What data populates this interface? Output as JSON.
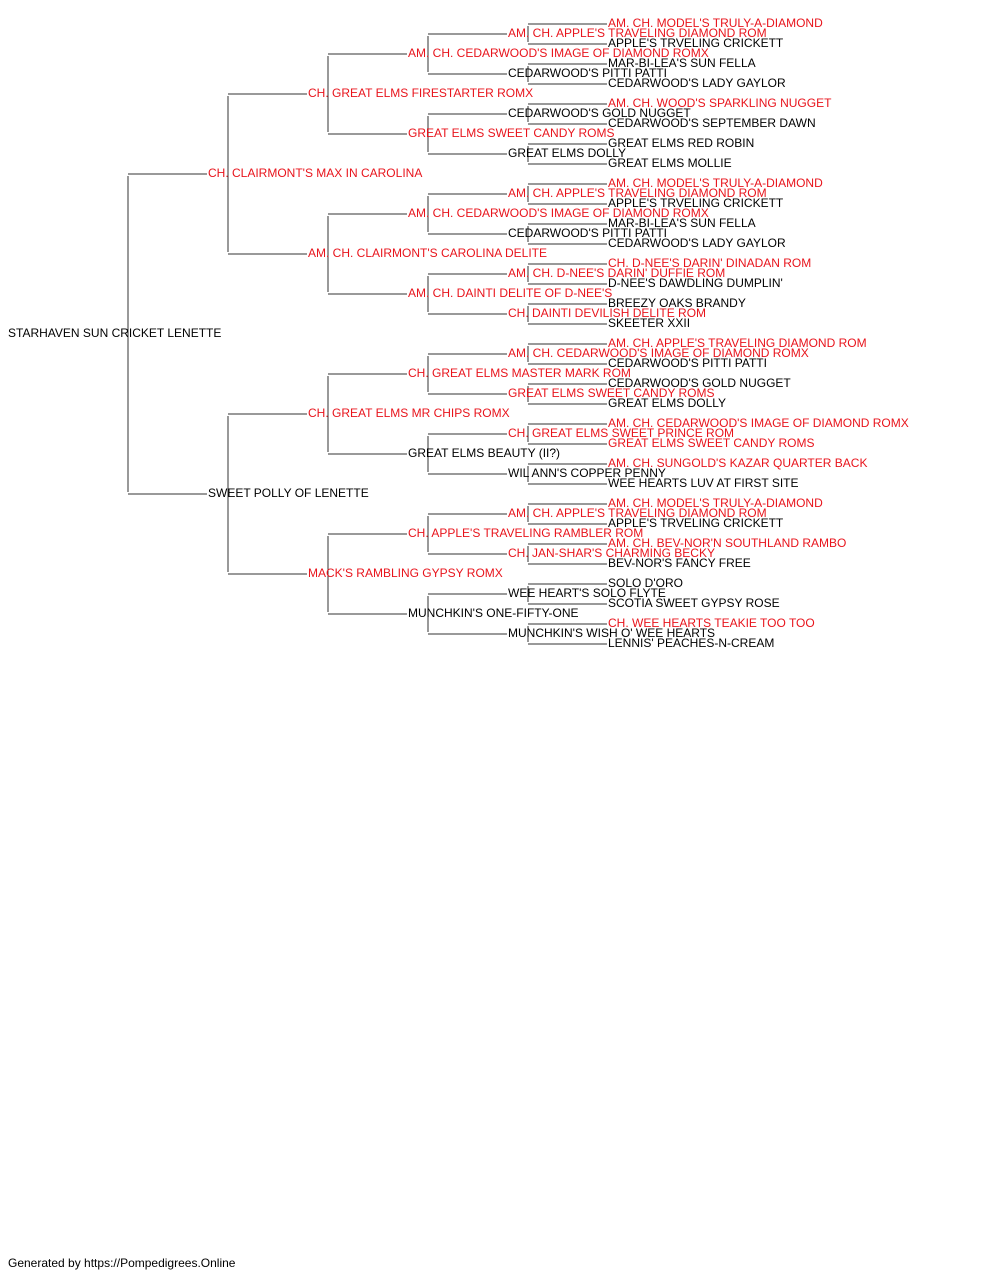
{
  "colors": {
    "titled": "#e8141c",
    "plain": "#000000",
    "line": "#333333"
  },
  "pedigree": {
    "name": "STARHAVEN SUN CRICKET LENETTE",
    "titled": false,
    "sire": {
      "name": "CH. CLAIRMONT'S MAX IN CAROLINA",
      "titled": true,
      "sire": {
        "name": "CH. GREAT ELMS FIRESTARTER ROMX",
        "titled": true,
        "sire": {
          "name": "AM. CH. CEDARWOOD'S IMAGE OF DIAMOND ROMX",
          "titled": true,
          "sire": {
            "name": "AM. CH. APPLE'S TRAVELING DIAMOND ROM",
            "titled": true,
            "sire": {
              "name": "AM. CH. MODEL'S TRULY-A-DIAMOND",
              "titled": true
            },
            "dam": {
              "name": "APPLE'S TRVELING CRICKETT",
              "titled": false
            }
          },
          "dam": {
            "name": "CEDARWOOD'S PITTI PATTI",
            "titled": false,
            "sire": {
              "name": "MAR-BI-LEA'S SUN FELLA",
              "titled": false
            },
            "dam": {
              "name": "CEDARWOOD'S LADY GAYLOR",
              "titled": false
            }
          }
        },
        "dam": {
          "name": "GREAT ELMS SWEET CANDY ROMS",
          "titled": true,
          "sire": {
            "name": "CEDARWOOD'S GOLD NUGGET",
            "titled": false,
            "sire": {
              "name": "AM. CH. WOOD'S SPARKLING NUGGET",
              "titled": true
            },
            "dam": {
              "name": "CEDARWOOD'S SEPTEMBER DAWN",
              "titled": false
            }
          },
          "dam": {
            "name": "GREAT ELMS DOLLY",
            "titled": false,
            "sire": {
              "name": "GREAT ELMS RED ROBIN",
              "titled": false
            },
            "dam": {
              "name": "GREAT ELMS MOLLIE",
              "titled": false
            }
          }
        }
      },
      "dam": {
        "name": "AM. CH. CLAIRMONT'S CAROLINA DELITE",
        "titled": true,
        "sire": {
          "name": "AM. CH. CEDARWOOD'S IMAGE OF DIAMOND ROMX",
          "titled": true,
          "sire": {
            "name": "AM. CH. APPLE'S TRAVELING DIAMOND ROM",
            "titled": true,
            "sire": {
              "name": "AM. CH. MODEL'S TRULY-A-DIAMOND",
              "titled": true
            },
            "dam": {
              "name": "APPLE'S TRVELING CRICKETT",
              "titled": false
            }
          },
          "dam": {
            "name": "CEDARWOOD'S PITTI PATTI",
            "titled": false,
            "sire": {
              "name": "MAR-BI-LEA'S SUN FELLA",
              "titled": false
            },
            "dam": {
              "name": "CEDARWOOD'S LADY GAYLOR",
              "titled": false
            }
          }
        },
        "dam": {
          "name": "AM. CH. DAINTI DELITE OF D-NEE'S",
          "titled": true,
          "sire": {
            "name": "AM. CH. D-NEE'S DARIN' DUFFIE ROM",
            "titled": true,
            "sire": {
              "name": "CH. D-NEE'S DARIN' DINADAN ROM",
              "titled": true
            },
            "dam": {
              "name": "D-NEE'S DAWDLING DUMPLIN'",
              "titled": false
            }
          },
          "dam": {
            "name": "CH. DAINTI DEVILISH DELITE ROM",
            "titled": true,
            "sire": {
              "name": "BREEZY OAKS BRANDY",
              "titled": false
            },
            "dam": {
              "name": "SKEETER XXII",
              "titled": false
            }
          }
        }
      }
    },
    "dam": {
      "name": "SWEET POLLY OF LENETTE",
      "titled": false,
      "sire": {
        "name": "CH. GREAT ELMS MR CHIPS ROMX",
        "titled": true,
        "sire": {
          "name": "CH. GREAT ELMS MASTER MARK ROM",
          "titled": true,
          "sire": {
            "name": "AM. CH. CEDARWOOD'S IMAGE OF DIAMOND ROMX",
            "titled": true,
            "sire": {
              "name": "AM. CH. APPLE'S TRAVELING DIAMOND ROM",
              "titled": true
            },
            "dam": {
              "name": "CEDARWOOD'S PITTI PATTI",
              "titled": false
            }
          },
          "dam": {
            "name": "GREAT ELMS SWEET CANDY ROMS",
            "titled": true,
            "sire": {
              "name": "CEDARWOOD'S GOLD NUGGET",
              "titled": false
            },
            "dam": {
              "name": "GREAT ELMS DOLLY",
              "titled": false
            }
          }
        },
        "dam": {
          "name": "GREAT ELMS BEAUTY (II?)",
          "titled": false,
          "sire": {
            "name": "CH. GREAT ELMS SWEET PRINCE ROM",
            "titled": true,
            "sire": {
              "name": "AM. CH. CEDARWOOD'S IMAGE OF DIAMOND ROMX",
              "titled": true
            },
            "dam": {
              "name": "GREAT ELMS SWEET CANDY ROMS",
              "titled": true
            }
          },
          "dam": {
            "name": "WIL ANN'S COPPER PENNY",
            "titled": false,
            "sire": {
              "name": "AM. CH. SUNGOLD'S KAZAR QUARTER BACK",
              "titled": true
            },
            "dam": {
              "name": "WEE HEARTS LUV AT FIRST SITE",
              "titled": false
            }
          }
        }
      },
      "dam": {
        "name": "MACK'S RAMBLING GYPSY ROMX",
        "titled": true,
        "sire": {
          "name": "CH. APPLE'S TRAVELING RAMBLER ROM",
          "titled": true,
          "sire": {
            "name": "AM. CH. APPLE'S TRAVELING DIAMOND ROM",
            "titled": true,
            "sire": {
              "name": "AM. CH. MODEL'S TRULY-A-DIAMOND",
              "titled": true
            },
            "dam": {
              "name": "APPLE'S TRVELING CRICKETT",
              "titled": false
            }
          },
          "dam": {
            "name": "CH. JAN-SHAR'S CHARMING BECKY",
            "titled": true,
            "sire": {
              "name": "AM. CH. BEV-NOR'N SOUTHLAND RAMBO",
              "titled": true
            },
            "dam": {
              "name": "BEV-NOR'S FANCY FREE",
              "titled": false
            }
          }
        },
        "dam": {
          "name": "MUNCHKIN'S ONE-FIFTY-ONE",
          "titled": false,
          "sire": {
            "name": "WEE HEART'S SOLO FLYTE",
            "titled": false,
            "sire": {
              "name": "SOLO D'ORO",
              "titled": false
            },
            "dam": {
              "name": "SCOTIA SWEET GYPSY ROSE",
              "titled": false
            }
          },
          "dam": {
            "name": "MUNCHKIN'S WISH O' WEE HEARTS",
            "titled": false,
            "sire": {
              "name": "CH. WEE HEARTS TEAKIE TOO TOO",
              "titled": true
            },
            "dam": {
              "name": "LENNIS' PEACHES-N-CREAM",
              "titled": false
            }
          }
        }
      }
    }
  },
  "footer": {
    "text": "Generated by https://Pompedigrees.Online"
  }
}
